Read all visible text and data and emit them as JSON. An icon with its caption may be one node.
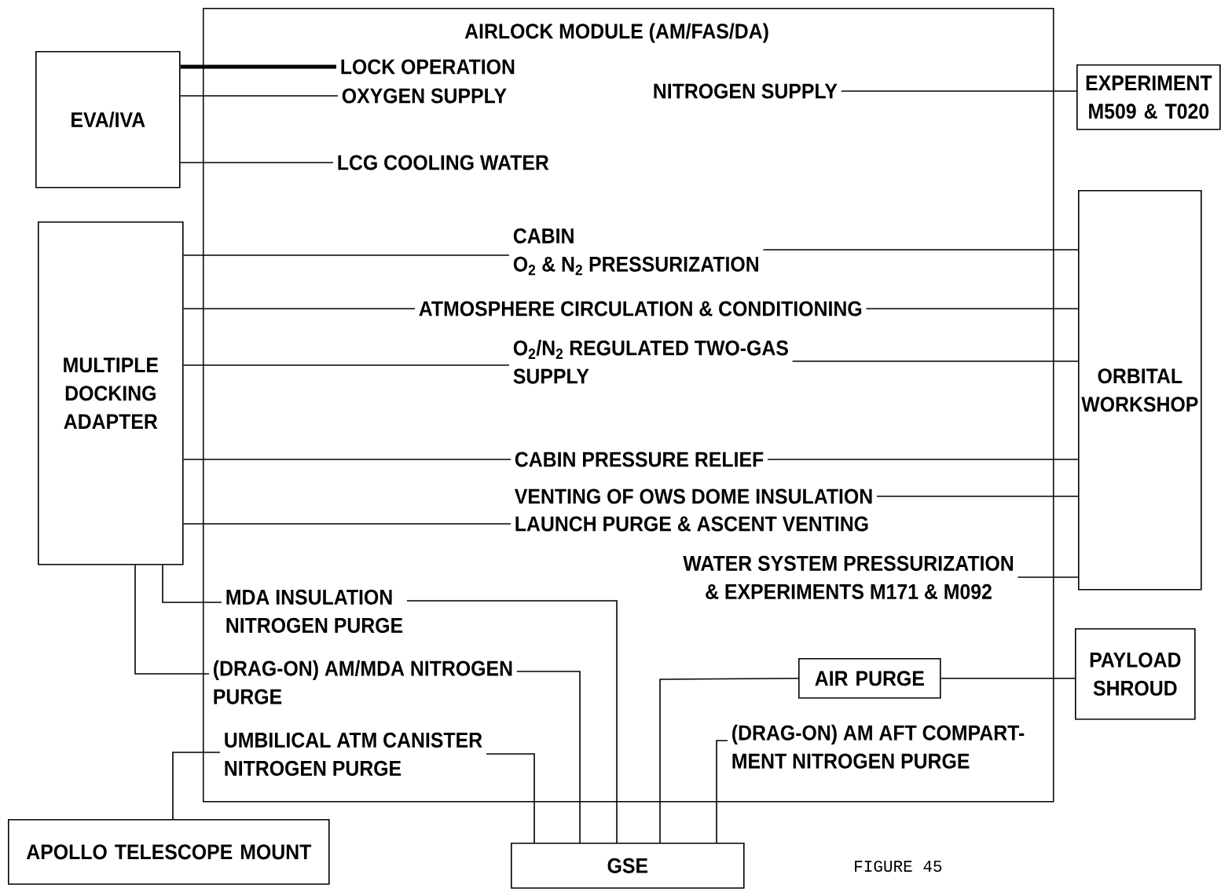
{
  "diagram": {
    "nodes": [
      {
        "text": [
          "AIRLOCK MODULE (AM/FAS/DA)"
        ]
      },
      {
        "text": [
          "EVA/IVA"
        ]
      },
      {
        "text": [
          "LOCK OPERATION"
        ],
        "in": 0
      },
      {
        "text": [
          "OXYGEN SUPPLY"
        ],
        "in": 0
      },
      {
        "text": [
          "LCG COOLING WATER"
        ],
        "in": 0
      },
      {
        "text": [
          "NITROGEN SUPPLY"
        ],
        "in": 0
      },
      {
        "text": [
          "EXPERIMENT M509 & T020"
        ]
      },
      {
        "text": [
          "MULTIPLE DOCKING ADAPTER"
        ]
      },
      {
        "text": [
          "CABIN",
          "O$_{2}$ & N$_{2}$ PRESSURIZATION"
        ],
        "in": 0
      },
      {
        "text": [
          "ATMOSPHERE CIRCULATION & CONDITIONING"
        ],
        "in": 0
      },
      {
        "text": [
          "O$_{2}$/N$_{2}$ REGULATED TWO-GAS SUPPLY"
        ],
        "in": 0
      },
      {
        "text": [
          "ORBITAL WORKSHOP"
        ]
      },
      {
        "text": [
          "CABIN PRESSURE RELIEF"
        ],
        "in": 0
      },
      {
        "text": [
          "VENTING OF OWS DOME INSULATION"
        ],
        "in": 0
      },
      {
        "text": [
          "LAUNCH PURGE & ASCENT VENTING"
        ],
        "in": 0
      },
      {
        "text": [
          "WATER SYSTEM PRESSURIZATION & EXPERIMENTS M171 & M092"
        ],
        "in": 0
      },
      {
        "text": [
          "MDA INSULATION NITROGEN PURGE"
        ],
        "in": 0
      },
      {
        "text": [
          "(DRAG-ON) AM/MDA NITROGEN PURGE"
        ],
        "in": 0
      },
      {
        "text": [
          "AIR PURGE"
        ],
        "in": 0
      },
      {
        "text": [
          "PAYLOAD SHROUD"
        ]
      },
      {
        "text": [
          "UMBILICAL ATM CANISTER NITROGEN PURGE"
        ],
        "in": 0
      },
      {
        "text": [
          "(DRAG-ON) AM AFT COMPART- MENT NITROGEN PURGE"
        ],
        "in": 0
      },
      {
        "text": [
          "APOLLO TELESCOPE MOUNT"
        ]
      },
      {
        "text": [
          "GSE"
        ]
      }
    ],
    "edges": [
      {
        "from": 1,
        "to": 2,
        "arrow": "none",
        "style": "thick"
      },
      {
        "from": 1,
        "to": 3,
        "arrow": "none"
      },
      {
        "from": 1,
        "to": 4,
        "arrow": "none"
      },
      {
        "from": 5,
        "to": 6,
        "arrow": "none"
      },
      {
        "from": 7,
        "to": 8,
        "arrow": "none"
      },
      {
        "from": 8,
        "to": 11,
        "arrow": "none"
      },
      {
        "from": 7,
        "to": 9,
        "arrow": "none"
      },
      {
        "from": 9,
        "to": 11,
        "arrow": "none"
      },
      {
        "from": 7,
        "to": 10,
        "arrow": "none"
      },
      {
        "from": 10,
        "to": 11,
        "arrow": "none"
      },
      {
        "from": 7,
        "to": 12,
        "arrow": "none"
      },
      {
        "from": 12,
        "to": 11,
        "arrow": "none"
      },
      {
        "from": 13,
        "to": 11,
        "arrow": "none"
      },
      {
        "from": 7,
        "to": 14,
        "arrow": "none"
      },
      {
        "from": 15,
        "to": 11,
        "arrow": "none"
      },
      {
        "from": 7,
        "to": 16,
        "arrow": "none"
      },
      {
        "from": 16,
        "to": 23,
        "arrow": "none"
      },
      {
        "from": 7,
        "to": 17,
        "arrow": "none"
      },
      {
        "from": 17,
        "to": 23,
        "arrow": "none"
      },
      {
        "from": 22,
        "to": 20,
        "arrow": "none"
      },
      {
        "from": 20,
        "to": 23,
        "arrow": "none"
      },
      {
        "from": 23,
        "to": 18,
        "arrow": "none"
      },
      {
        "from": 18,
        "to": 19,
        "arrow": "none"
      },
      {
        "from": 21,
        "to": 23,
        "arrow": "none"
      }
    ],
    "labels": [
      "FIGURE 45"
    ]
  }
}
